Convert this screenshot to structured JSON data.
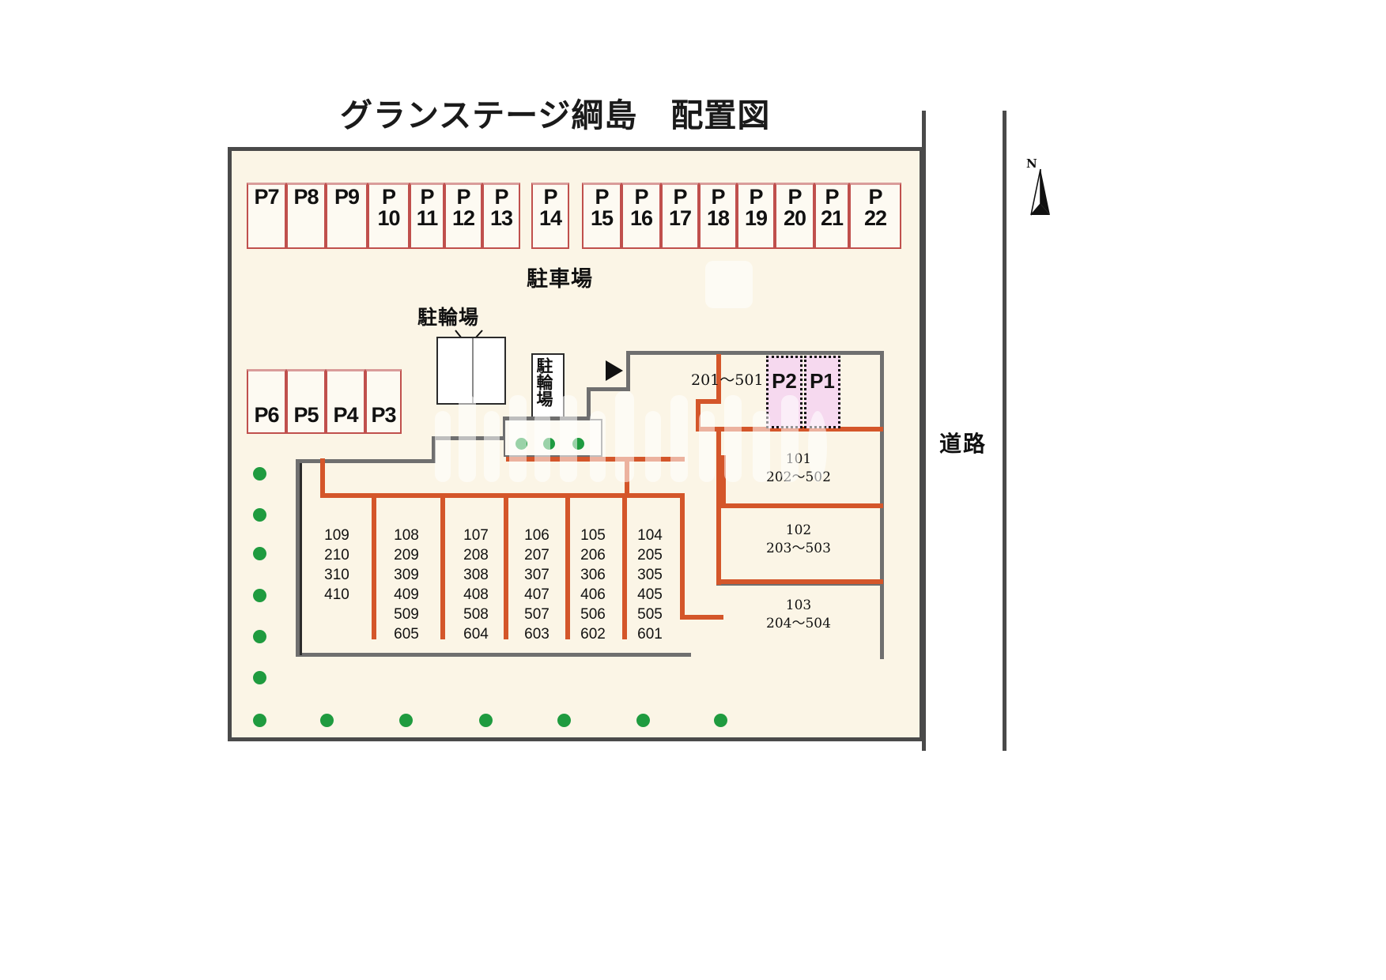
{
  "title": "グランステージ綱島　配置図",
  "road": {
    "label": "道路"
  },
  "compass": {
    "north_letter": "N",
    "name": "compass-north"
  },
  "labels": {
    "parking_lot": "駐車場",
    "bicycle_parking_1": "駐輪場",
    "bicycle_parking_2": "駐輪場"
  },
  "parking": {
    "top_row": [
      {
        "id": "P7",
        "line1": "P7",
        "line2": ""
      },
      {
        "id": "P8",
        "line1": "P8",
        "line2": ""
      },
      {
        "id": "P9",
        "line1": "P9",
        "line2": ""
      },
      {
        "id": "P10",
        "line1": "P",
        "line2": "10"
      },
      {
        "id": "P11",
        "line1": "P",
        "line2": "11"
      },
      {
        "id": "P12",
        "line1": "P",
        "line2": "12"
      },
      {
        "id": "P13",
        "line1": "P",
        "line2": "13"
      },
      {
        "id": "P14",
        "line1": "P",
        "line2": "14"
      },
      {
        "id": "P15",
        "line1": "P",
        "line2": "15"
      },
      {
        "id": "P16",
        "line1": "P",
        "line2": "16"
      },
      {
        "id": "P17",
        "line1": "P",
        "line2": "17"
      },
      {
        "id": "P18",
        "line1": "P",
        "line2": "18"
      },
      {
        "id": "P19",
        "line1": "P",
        "line2": "19"
      },
      {
        "id": "P20",
        "line1": "P",
        "line2": "20"
      },
      {
        "id": "P21",
        "line1": "P",
        "line2": "21"
      },
      {
        "id": "P22",
        "line1": "P",
        "line2": "22"
      }
    ],
    "left_row": [
      {
        "id": "P6",
        "label": "P6"
      },
      {
        "id": "P5",
        "label": "P5"
      },
      {
        "id": "P4",
        "label": "P4"
      },
      {
        "id": "P3",
        "label": "P3"
      }
    ],
    "reserved": [
      {
        "id": "P2",
        "label": "P2"
      },
      {
        "id": "P1",
        "label": "P1"
      }
    ]
  },
  "units": {
    "main_block_columns": [
      {
        "name": "col-109",
        "text": "109\n210\n310\n410"
      },
      {
        "name": "col-108",
        "text": "108\n209\n309\n409\n509\n605"
      },
      {
        "name": "col-107",
        "text": "107\n208\n308\n408\n508\n604"
      },
      {
        "name": "col-106",
        "text": "106\n207\n307\n407\n507\n603"
      },
      {
        "name": "col-105",
        "text": "105\n206\n306\n406\n506\n602"
      },
      {
        "name": "col-104",
        "text": "104\n205\n305\n405\n505\n601"
      }
    ],
    "right_block": [
      {
        "name": "range-201-501",
        "text": "201〜501"
      },
      {
        "name": "unit-101",
        "text": "101\n202〜502"
      },
      {
        "name": "unit-102",
        "text": "102\n203〜503"
      },
      {
        "name": "unit-103",
        "text": "103\n204〜504"
      }
    ]
  },
  "colors": {
    "site_fill": "#fbf5e6",
    "site_border": "#4a4a4a",
    "stall_border": "#c0504d",
    "unit_divider": "#d4562a",
    "building_wall": "#6f6f6f",
    "reserved_fill": "#f6d9ef",
    "tree": "#1f9b3f"
  }
}
